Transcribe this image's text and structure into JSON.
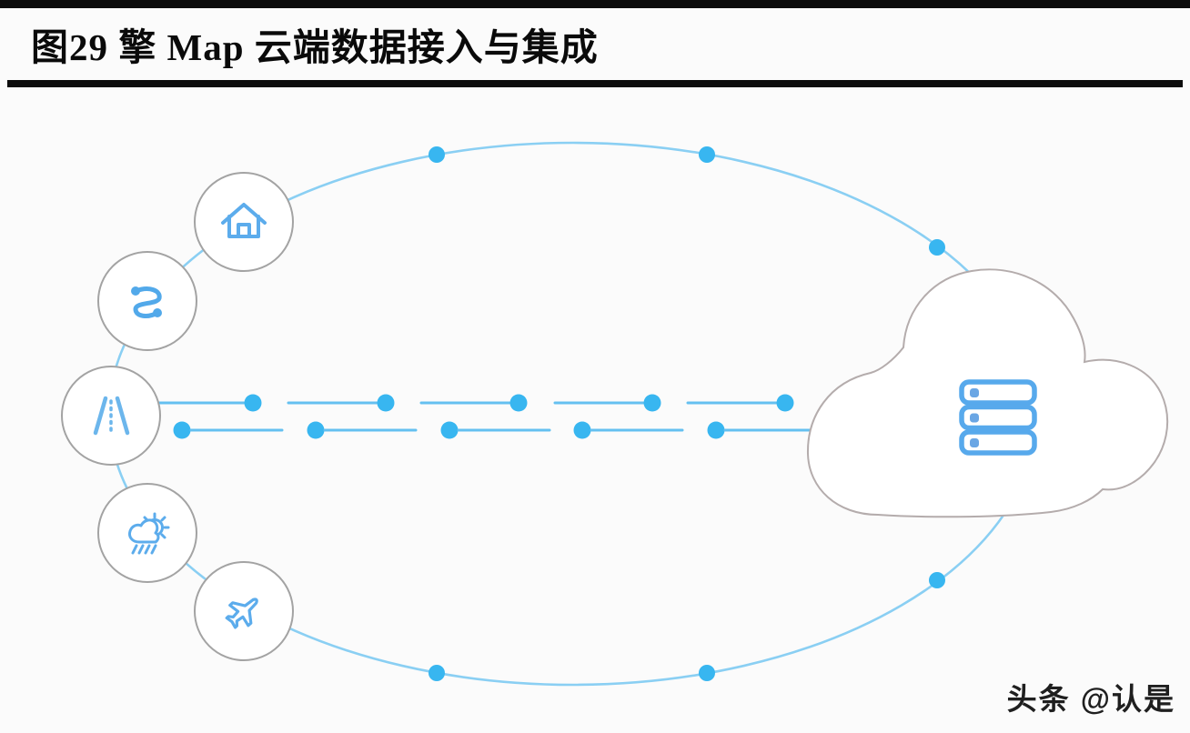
{
  "header": {
    "title": "图29 擎 Map 云端数据接入与集成"
  },
  "watermark": {
    "text": "头条 @认是"
  },
  "diagram": {
    "description_nodes": [
      {
        "id": "home",
        "icon": "home-icon"
      },
      {
        "id": "route",
        "icon": "route-icon"
      },
      {
        "id": "road",
        "icon": "road-icon"
      },
      {
        "id": "weather",
        "icon": "weather-rain-sun-icon"
      },
      {
        "id": "airplane",
        "icon": "airplane-icon"
      }
    ],
    "target_node": {
      "id": "cloud",
      "icon": "server-stack-icon"
    },
    "colors": {
      "icon_blue": "#5cacec",
      "dot_blue": "#38b6f0",
      "ellipse_line": "#8acff3",
      "connector_line": "#64c0f0",
      "circle_border": "#a3a3a3",
      "cloud_border": "#b4acac",
      "bar_black": "#0d0d0d"
    }
  }
}
